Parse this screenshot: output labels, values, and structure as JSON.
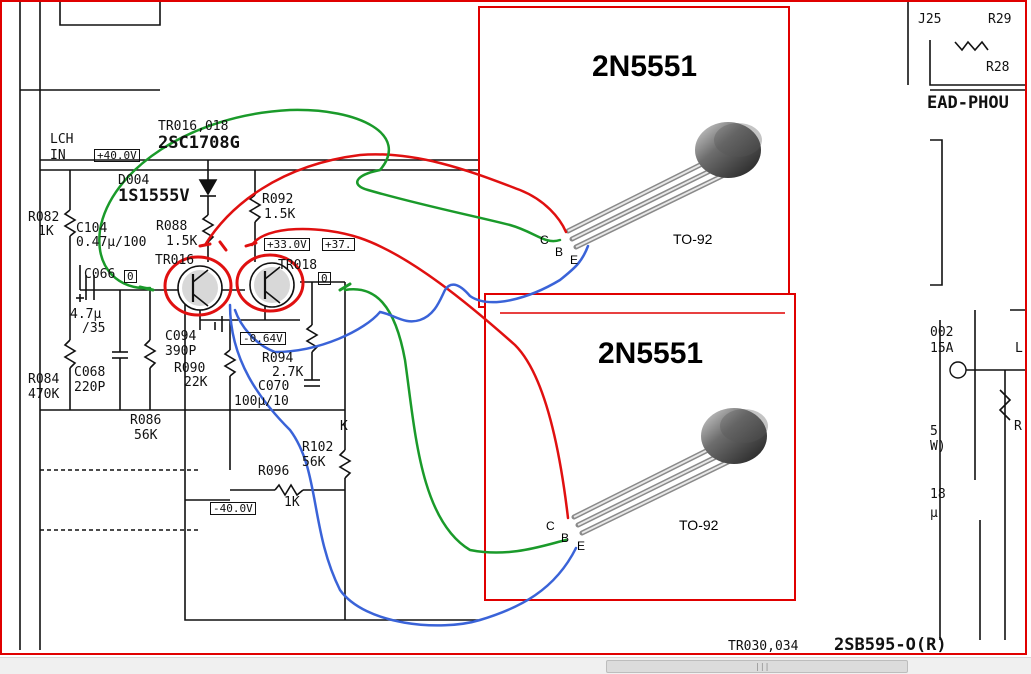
{
  "cards": [
    {
      "title": "2N5551",
      "package": "TO-92",
      "pins": {
        "c": "C",
        "b": "B",
        "e": "E"
      }
    },
    {
      "title": "2N5551",
      "package": "TO-92",
      "pins": {
        "c": "C",
        "b": "B",
        "e": "E"
      }
    }
  ],
  "schematic": {
    "lch": "LCH",
    "in": "IN",
    "tr_ref": "TR016,018",
    "tr_part": "2SC1708G",
    "plus40": "+40.0V",
    "d_ref": "D004",
    "d_part": "1S1555V",
    "r082": "R082",
    "r082_val": "1K",
    "c104": "C104",
    "c104_val": "0.47µ/100",
    "r088": "R088",
    "r088_val": "1.5K",
    "r092": "R092",
    "r092_val": "1.5K",
    "v33": "+33.0V",
    "v37": "+37.",
    "tr016": "TR016",
    "tr018": "TR018",
    "c066": "C066",
    "zero_a": "0",
    "zero_b": "0",
    "c066_val": "4.7µ",
    "c066_val2": "/35",
    "c094": "C094",
    "c094_val": "390P",
    "neg064": "-0.64V",
    "r094": "R094",
    "r094_val": "2.7K",
    "r090": "R090",
    "r090_val": "22K",
    "c070": "C070",
    "c070_val": "100µ/10",
    "r084": "R084",
    "r084_val": "470K",
    "c068": "C068",
    "c068_val": "220P",
    "r086": "R086",
    "r086_val": "56K",
    "r102": "R102",
    "r102_val": "56K",
    "r096": "R096",
    "r096_val": "1K",
    "neg40": "-40.0V",
    "j25": "J25",
    "r29": "R29",
    "r28": "R28",
    "headphone": "EAD-PHOU",
    "r_002": "002",
    "r_15a": "15A",
    "r_l": "L",
    "r_5": "5",
    "r_w": "W)",
    "r_18": "18",
    "r_mu": "µ",
    "r_r": "R",
    "k_label": "K",
    "tr030": "TR030,034",
    "tr030_part": "2SB595-O(R)"
  },
  "colors": {
    "frame": "#e00000",
    "wire_red": "#e01010",
    "wire_green": "#1a9a2a",
    "wire_blue": "#3a63d8"
  }
}
